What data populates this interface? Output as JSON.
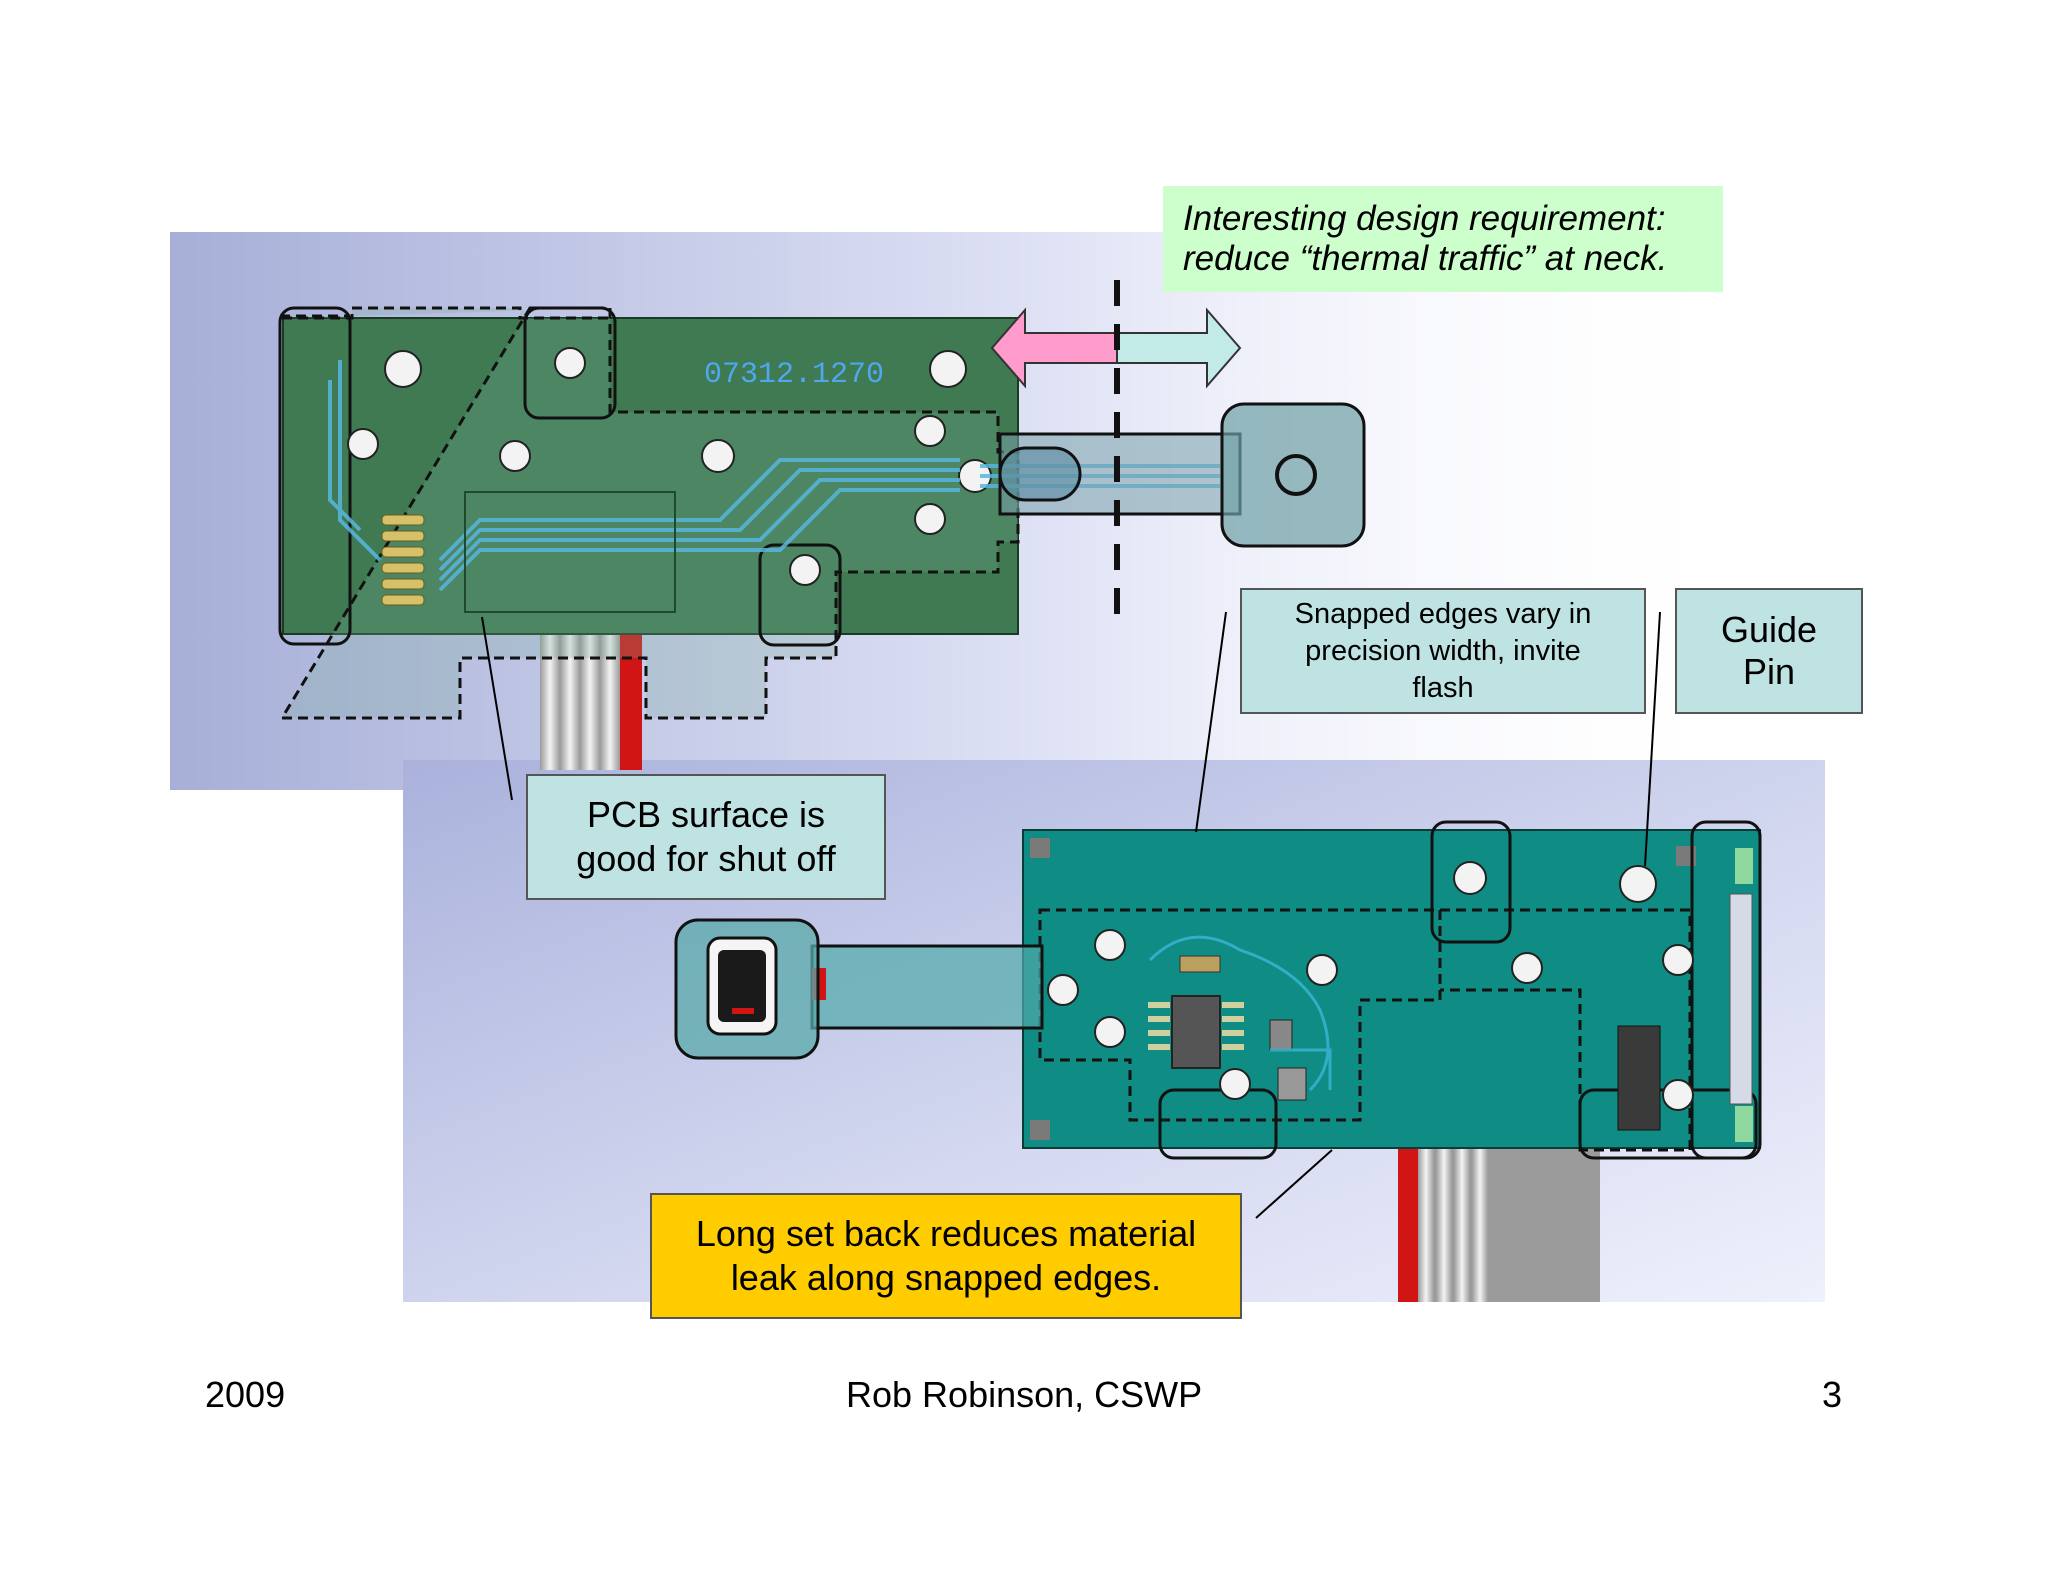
{
  "slide": {
    "top_note": "Interesting design requirement: reduce “thermal traffic” at neck.",
    "top_note_line1": "Interesting design requirement:",
    "top_note_line2": "reduce “thermal traffic” at neck.",
    "pcb_marking": "07312.1270",
    "callouts": {
      "snapped_edges_line1": "Snapped edges vary in",
      "snapped_edges_line2": "precision width, invite",
      "snapped_edges_line3": "flash",
      "guide_pin_line1": "Guide",
      "guide_pin_line2": "Pin",
      "pcb_surface_line1": "PCB surface is",
      "pcb_surface_line2": "good for shut off",
      "set_back_line1": "Long set back reduces material",
      "set_back_line2": "leak along snapped edges."
    },
    "footer": {
      "year": "2009",
      "author": "Rob Robinson, CSWP",
      "page": "3"
    },
    "colors": {
      "note_green": "#ccffcc",
      "callout_blue": "#bfe3e3",
      "callout_yellow": "#ffcc00",
      "pcb_dark_green": "#3f7a52",
      "pcb_teal": "#0f8c84",
      "arrow_pink": "#ff9ccb",
      "arrow_cyan": "#c2eae6"
    }
  }
}
